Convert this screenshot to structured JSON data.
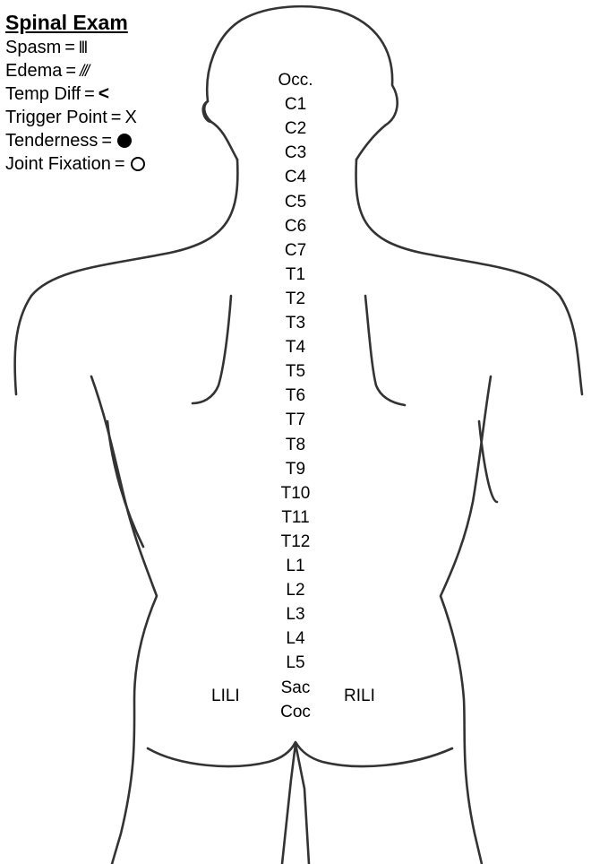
{
  "legend": {
    "title": "Spinal Exam",
    "items": [
      {
        "label": "Spasm",
        "symbol": "lll",
        "symbol_name": "vertical-lines"
      },
      {
        "label": "Edema",
        "symbol": "///",
        "symbol_name": "slash-lines"
      },
      {
        "label": "Temp Diff",
        "symbol": "<",
        "symbol_name": "less-than"
      },
      {
        "label": "Trigger Point",
        "symbol": "X",
        "symbol_name": "x-mark"
      },
      {
        "label": "Tenderness",
        "symbol_name": "filled-dot"
      },
      {
        "label": "Joint Fixation",
        "symbol_name": "open-circle"
      }
    ]
  },
  "spine_levels": [
    "Occ.",
    "C1",
    "C2",
    "C3",
    "C4",
    "C5",
    "C6",
    "C7",
    "T1",
    "T2",
    "T3",
    "T4",
    "T5",
    "T6",
    "T7",
    "T8",
    "T9",
    "T10",
    "T11",
    "T12",
    "L1",
    "L2",
    "L3",
    "L4",
    "L5",
    "Sac",
    "Coc"
  ],
  "sides": {
    "left": "LILI",
    "right": "RILI"
  }
}
